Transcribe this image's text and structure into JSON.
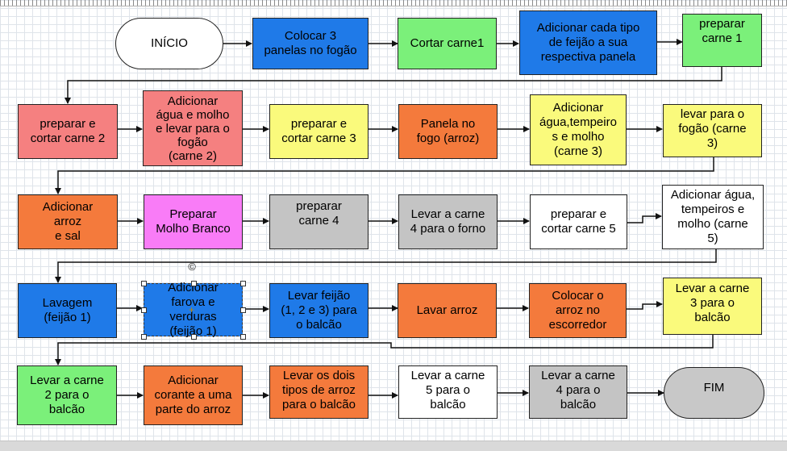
{
  "diagram": {
    "type": "flowchart",
    "colors": {
      "blue": "#1f7ae8",
      "green": "#7bf07a",
      "red": "#f58080",
      "yellow": "#fafa7c",
      "orange": "#f47a3c",
      "magenta": "#f97cf7",
      "gray": "#c4c4c4",
      "white": "#ffffff",
      "terminal_fill": "#c8c8c8"
    },
    "nodes": {
      "inicio": "INÍCIO",
      "colocar_panelas": "Colocar 3\npanelas no fogão",
      "cortar_carne1": "Cortar carne1",
      "adicionar_feijao": "Adicionar cada tipo\nde feijão a sua\nrespectiva panela",
      "preparar_carne1": "preparar\ncarne 1",
      "preparar_cortar_carne2": "preparar e\ncortar carne 2",
      "adicionar_agua_molho_c2": "Adicionar\nágua e molho\ne levar para o\nfogão\n(carne 2)",
      "preparar_cortar_carne3": "preparar e\ncortar carne 3",
      "panela_fogo_arroz": "Panela no\nfogo (arroz)",
      "adicionar_agua_temperos_c3": "Adicionar\nágua,tempeiro\ns e molho\n(carne 3)",
      "levar_fogao_c3": "levar para o\nfogão (carne\n3)",
      "adicionar_arroz_sal": "Adicionar\narroz\ne sal",
      "preparar_molho_branco": "Preparar\nMolho Branco",
      "preparar_carne4": "preparar\ncarne 4",
      "levar_carne4_forno": "Levar a carne\n4 para o forno",
      "preparar_cortar_carne5": "preparar e\ncortar carne 5",
      "adicionar_agua_c5": "Adicionar água,\ntempeiros e\nmolho (carne\n5)",
      "lavagem_feijao1": "Lavagem\n(feijão 1)",
      "adicionar_farova": "Adicionar\nfarova e\nverduras\n(feijão 1)",
      "levar_feijao_balcao": "Levar feijão\n(1, 2 e 3) para\no balcão",
      "lavar_arroz": "Lavar arroz",
      "colocar_arroz_escorredor": "Colocar o\narroz no\nescorredor",
      "levar_carne3_balcao": "Levar a carne\n3 para o\nbalcão",
      "levar_carne2_balcao": "Levar a carne\n2 para o\nbalcão",
      "adicionar_corante": "Adicionar\ncorante a uma\nparte do arroz",
      "levar_dois_arroz": "Levar os dois\ntipos de arroz\npara o balcão",
      "levar_carne5_balcao": "Levar a carne\n5 para o\nbalcão",
      "levar_carne4_balcao": "Levar a carne\n4 para o\nbalcão",
      "fim": "FIM"
    },
    "symbols": {
      "rotate_handle": "©",
      "center_mark": "+"
    }
  }
}
